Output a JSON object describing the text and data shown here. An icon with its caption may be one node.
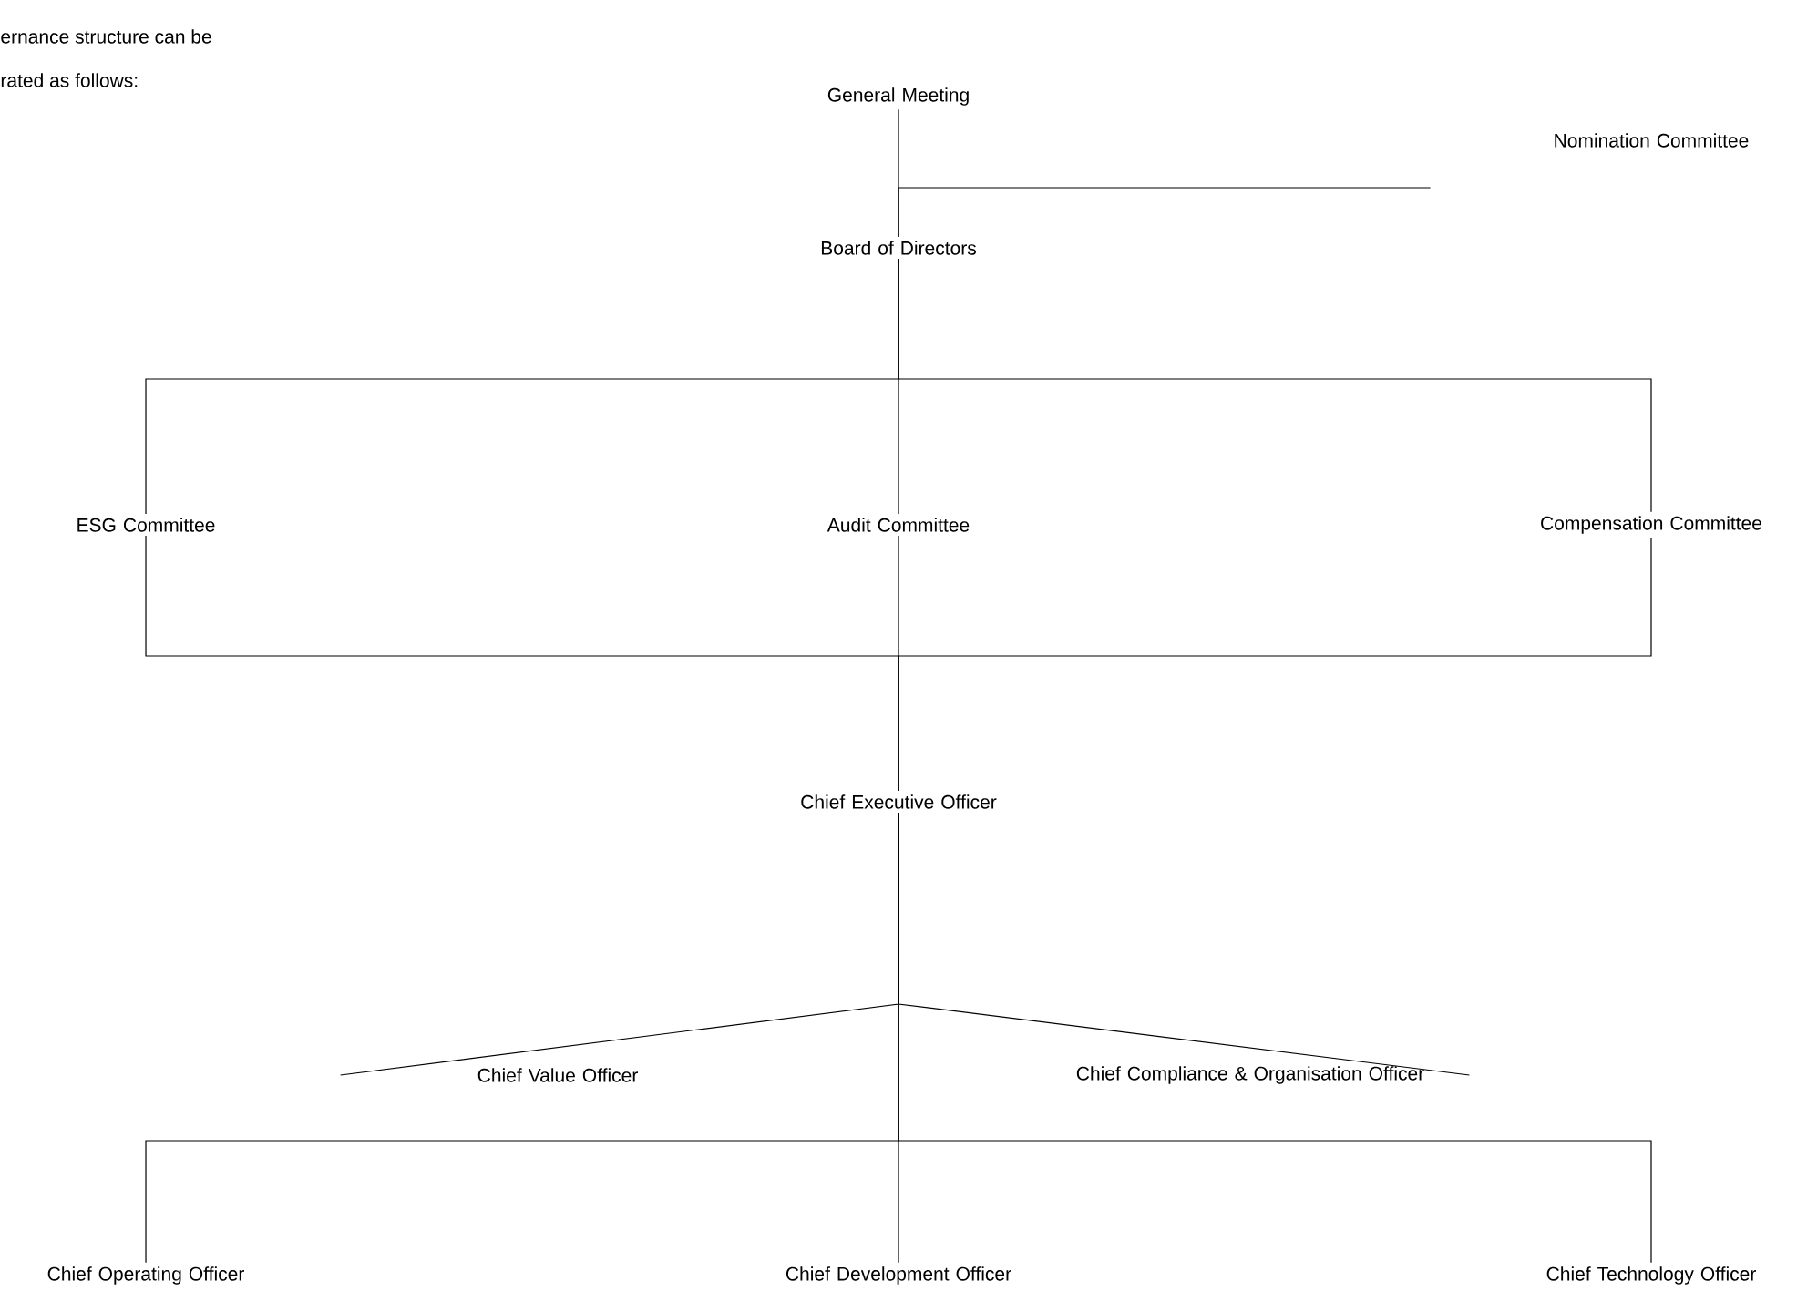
{
  "diagram": {
    "nodes": [
      {
        "text": [
          "General Meeting"
        ]
      },
      {
        "text": [
          "Nomination Committee"
        ]
      },
      {
        "text": [
          "Board of Directors"
        ]
      },
      {
        "text": [
          "ESG Committee"
        ]
      },
      {
        "text": [
          "Audit Committee"
        ]
      },
      {
        "text": [
          "Compensation Committee"
        ]
      },
      {
        "text": [
          "Chief Executive Officer"
        ]
      },
      {
        "text": [
          "Chief Value Officer"
        ]
      },
      {
        "text": [
          "Chief Compliance & Organisation Officer"
        ]
      },
      {
        "text": [
          "Chief Operating Officer"
        ]
      },
      {
        "text": [
          "Chief Development Officer"
        ]
      },
      {
        "text": [
          "Chief Technology Officer"
        ]
      }
    ],
    "edges": [
      {
        "from": 0,
        "to": 2,
        "arrow": "none"
      },
      {
        "from": 1,
        "to": 2,
        "arrow": "none"
      },
      {
        "from": 2,
        "to": 3,
        "arrow": "none"
      },
      {
        "from": 2,
        "to": 4,
        "arrow": "none"
      },
      {
        "from": 2,
        "to": 5,
        "arrow": "none"
      },
      {
        "from": 3,
        "to": 6,
        "arrow": "none"
      },
      {
        "from": 4,
        "to": 6,
        "arrow": "none"
      },
      {
        "from": 5,
        "to": 6,
        "arrow": "none"
      },
      {
        "from": 6,
        "to": 7,
        "arrow": "none"
      },
      {
        "from": 6,
        "to": 8,
        "arrow": "none"
      },
      {
        "from": 6,
        "to": 9,
        "arrow": "none"
      },
      {
        "from": 6,
        "to": 10,
        "arrow": "none"
      },
      {
        "from": 6,
        "to": 11,
        "arrow": "none"
      }
    ],
    "labels": [
      "ernance structure can be",
      "rated as follows:"
    ]
  }
}
